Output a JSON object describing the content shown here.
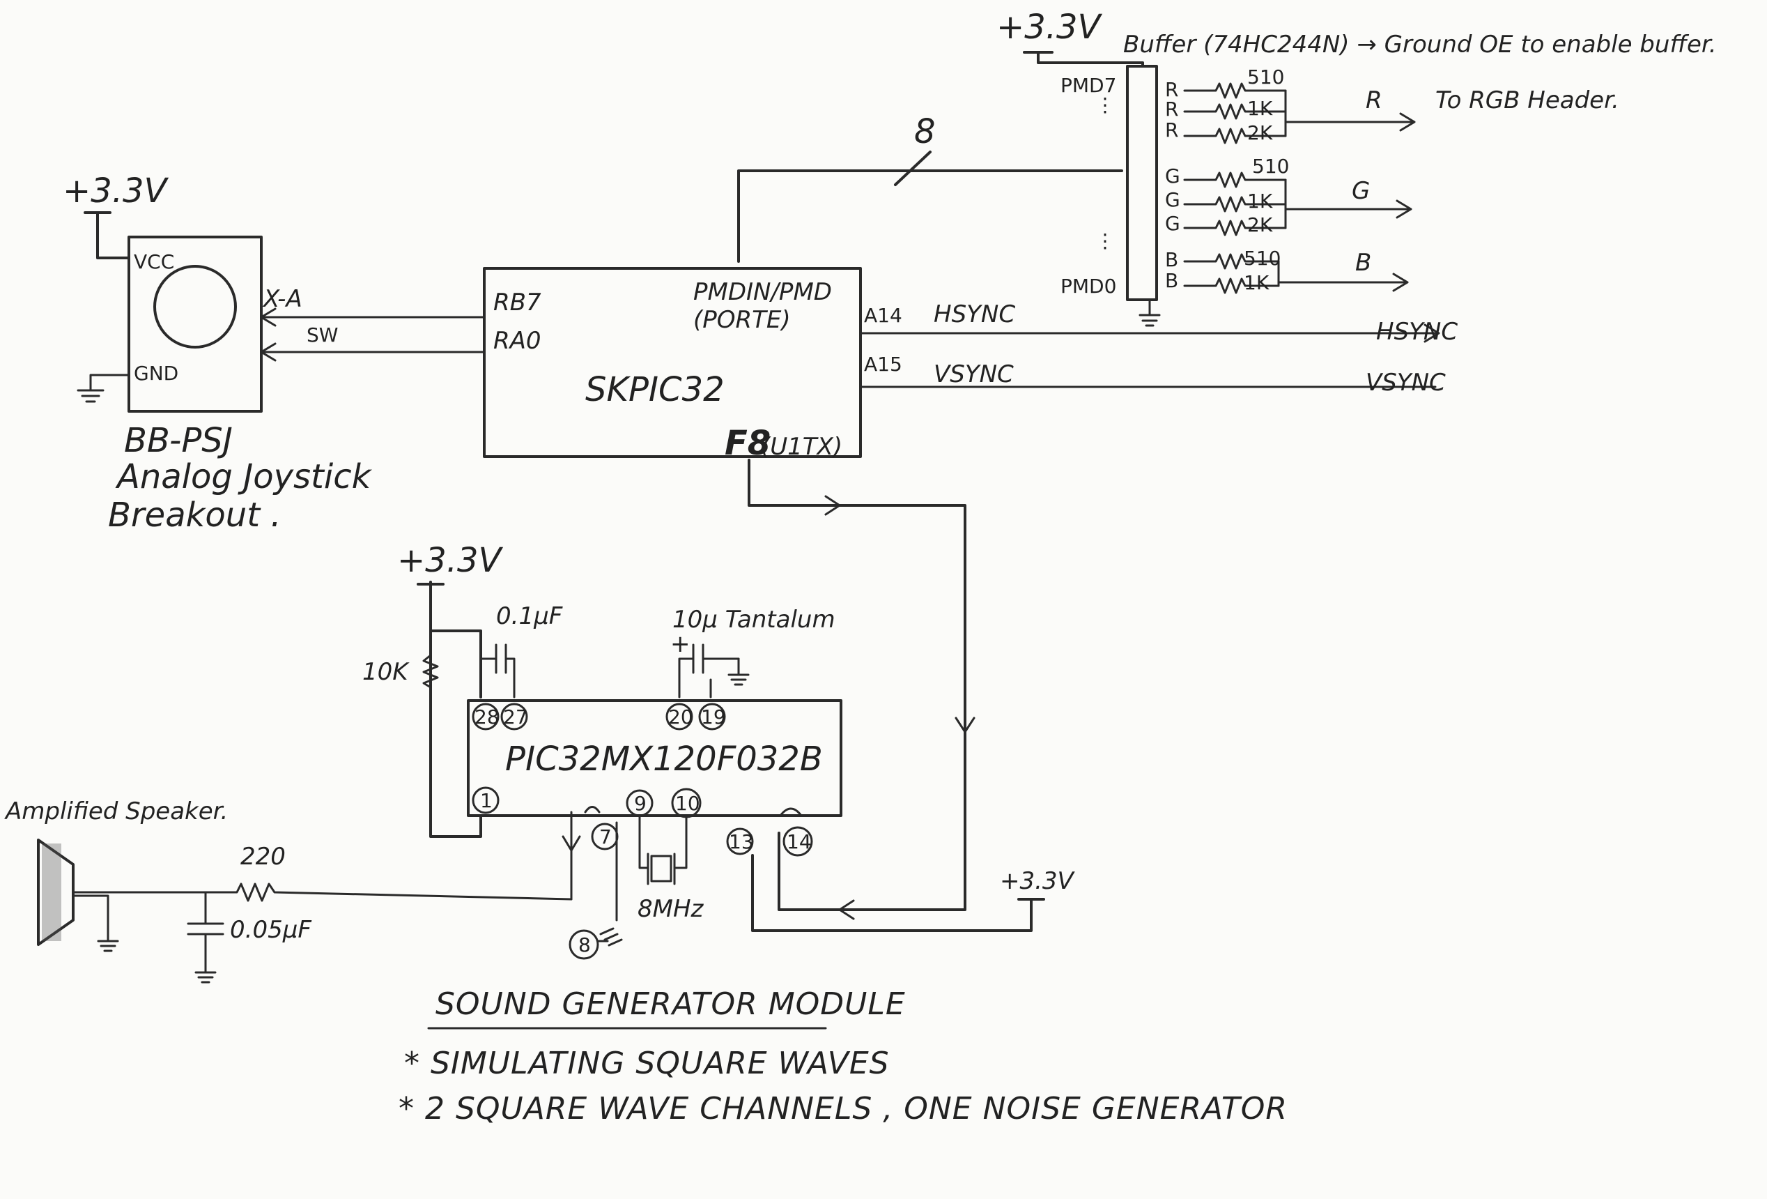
{
  "power": {
    "label": "+3.3V"
  },
  "buffer": {
    "note": "Buffer (74HC244N) → Ground OE to enable buffer.",
    "pin_top": "PMD7",
    "pin_bottom": "PMD0",
    "outputs": [
      "R",
      "R",
      "R",
      "G",
      "G",
      "G",
      "B",
      "B"
    ],
    "resistors": [
      "510",
      "1K",
      "2K",
      "510",
      "1K",
      "2K",
      "510",
      "1K"
    ],
    "rgb_header_note": "To RGB Header.",
    "channel_r": "R",
    "channel_g": "G",
    "channel_b": "B"
  },
  "bus": {
    "width_label": "8"
  },
  "joystick": {
    "pin_vcc": "VCC",
    "pin_gnd": "GND",
    "sig_x": "X-A",
    "sig_sw": "SW",
    "name": "BB-PSJ",
    "desc_line1": "Analog Joystick",
    "desc_line2": "Breakout ."
  },
  "mcu_main": {
    "name": "SKPIC32",
    "pin_rb7": "RB7",
    "pin_ra0": "RA0",
    "pin_pmd": "PMDIN/PMD",
    "pin_pmd_port": "(PORTE)",
    "pin_a14": "A14",
    "pin_a15": "A15",
    "pin_f8": "F8",
    "pin_f8_func": "(U1TX)",
    "sig_hsync": "HSYNC",
    "sig_vsync": "VSYNC",
    "out_hsync": "HSYNC",
    "out_vsync": "VSYNC"
  },
  "mcu_sound": {
    "name": "PIC32MX120F032B",
    "pins": [
      "28",
      "27",
      "20",
      "19",
      "1",
      "7",
      "9",
      "10",
      "13",
      "14",
      "8"
    ],
    "cap_01": "0.1µF",
    "cap_tantalum": "10µ Tantalum",
    "res_pullup": "10K",
    "crystal": "8MHz"
  },
  "speaker": {
    "label": "Amplified Speaker.",
    "res": "220",
    "cap": "0.05µF"
  },
  "notes": {
    "title": "SOUND GENERATOR MODULE",
    "line1": "* SIMULATING SQUARE WAVES",
    "line2": "* 2 SQUARE WAVE CHANNELS , ONE NOISE GENERATOR"
  }
}
